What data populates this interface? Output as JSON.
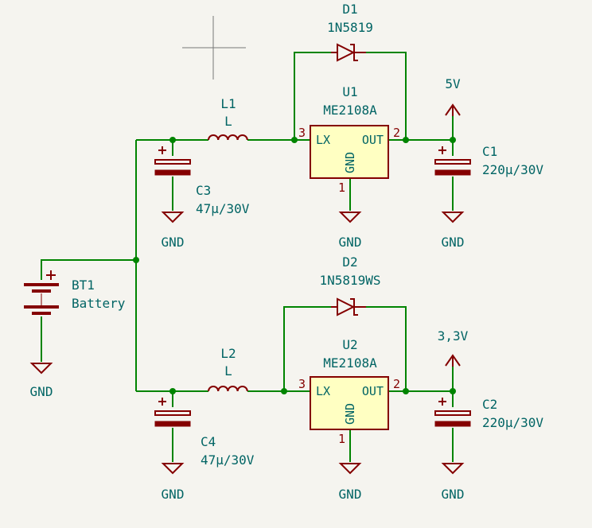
{
  "title": "",
  "colors": {
    "background": "#f5f4ef",
    "wire": "#008400",
    "symbol": "#840000",
    "symbol_fill": "#ffffc2",
    "text": "#006464"
  },
  "power_labels": {
    "gnd": "GND",
    "v5": "5V",
    "v33": "3,3V"
  },
  "components": {
    "d1": {
      "ref": "D1",
      "value": "1N5819"
    },
    "d2": {
      "ref": "D2",
      "value": "1N5819WS"
    },
    "u1": {
      "ref": "U1",
      "value": "ME2108A",
      "pin_lx": "LX",
      "pin_out": "OUT",
      "pin_gnd": "GND",
      "pin3": "3",
      "pin2": "2",
      "pin1": "1"
    },
    "u2": {
      "ref": "U2",
      "value": "ME2108A",
      "pin_lx": "LX",
      "pin_out": "OUT",
      "pin_gnd": "GND",
      "pin3": "3",
      "pin2": "2",
      "pin1": "1"
    },
    "l1": {
      "ref": "L1",
      "value": "L"
    },
    "l2": {
      "ref": "L2",
      "value": "L"
    },
    "c1": {
      "ref": "C1",
      "value": "220µ/30V"
    },
    "c2": {
      "ref": "C2",
      "value": "220µ/30V"
    },
    "c3": {
      "ref": "C3",
      "value": "47µ/30V"
    },
    "c4": {
      "ref": "C4",
      "value": "47µ/30V"
    },
    "bt1": {
      "ref": "BT1",
      "value": "Battery"
    }
  }
}
